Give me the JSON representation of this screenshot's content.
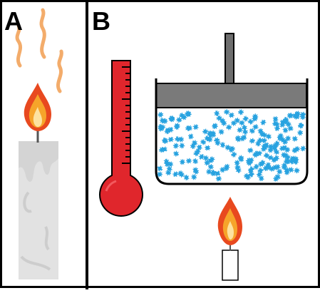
{
  "panels": {
    "a": {
      "label": "A"
    },
    "b": {
      "label": "B"
    }
  },
  "colors": {
    "border": "#000000",
    "candle_wax": "#e0e0e0",
    "candle_wax_shadow": "#cfcfcf",
    "flame_outer": "#e8491f",
    "flame_mid": "#f5a623",
    "flame_inner": "#fde6a8",
    "smoke": "#f0a35a",
    "thermometer_red": "#e0262c",
    "thermometer_outline": "#000000",
    "piston_gray": "#7a7a7a",
    "piston_rod": "#6e6e6e",
    "gas_particles": "#29a3e0",
    "small_candle": "#ffffff"
  },
  "gas_particle_count_estimate": 220
}
